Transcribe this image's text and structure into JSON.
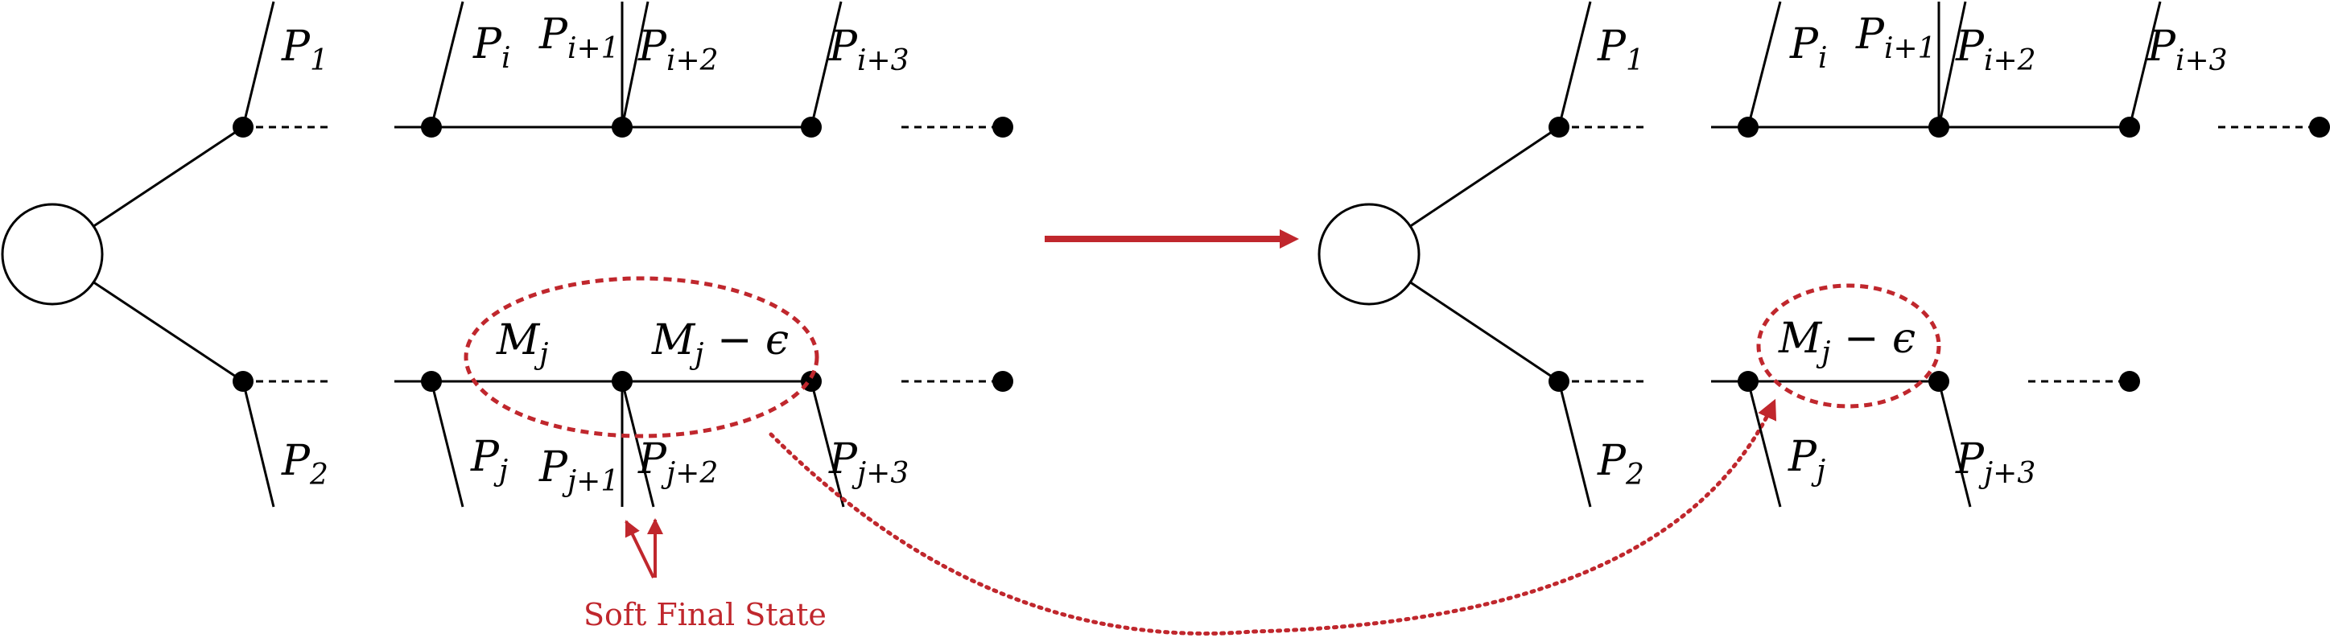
{
  "labels": {
    "p1": {
      "base": "P",
      "sub": "1"
    },
    "p2": {
      "base": "P",
      "sub": "2"
    },
    "pi": {
      "base": "P",
      "sub": "i"
    },
    "pi1": {
      "base": "P",
      "sub": "i+1"
    },
    "pi2": {
      "base": "P",
      "sub": "i+2"
    },
    "pi3": {
      "base": "P",
      "sub": "i+3"
    },
    "pj": {
      "base": "P",
      "sub": "j"
    },
    "pj1": {
      "base": "P",
      "sub": "j+1"
    },
    "pj2": {
      "base": "P",
      "sub": "j+2"
    },
    "pj3": {
      "base": "P",
      "sub": "j+3"
    },
    "mj": {
      "base": "M",
      "sub": "j"
    },
    "mj_eps": {
      "base": "M",
      "sub": "j",
      "tail": " − ϵ"
    }
  },
  "annotation": "Soft Final State",
  "colors": {
    "accent": "#c0272d",
    "ink": "#000000"
  }
}
